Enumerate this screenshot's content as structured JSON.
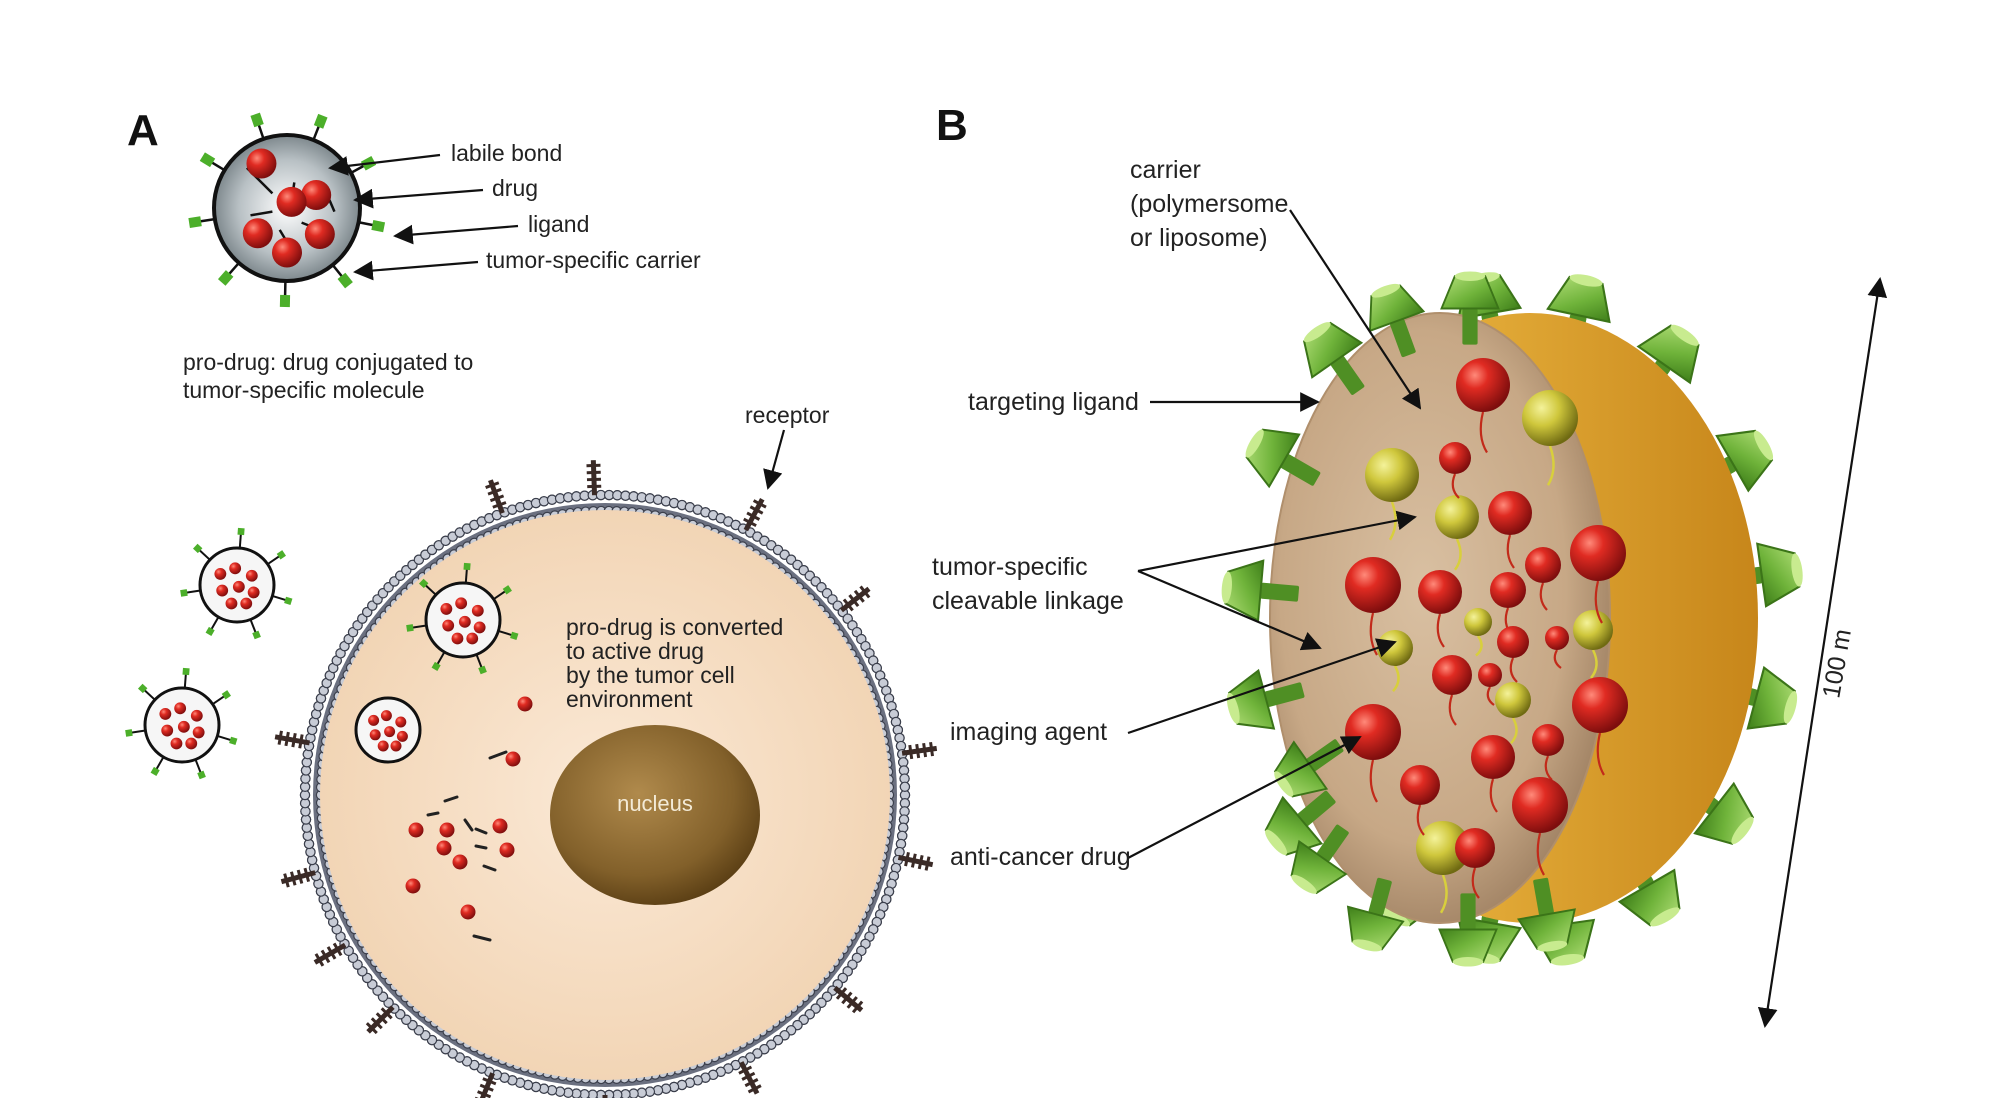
{
  "panel_a": {
    "letter": "A",
    "labels": {
      "labile_bond": "labile bond",
      "drug": "drug",
      "ligand": "ligand",
      "carrier": "tumor-specific carrier"
    },
    "prodrug_caption": [
      "pro-drug: drug conjugated to",
      "tumor-specific molecule"
    ],
    "receptor": "receptor",
    "conversion_text": [
      "pro-drug is converted",
      "to active drug",
      "by the tumor cell",
      "environment"
    ],
    "nucleus": "nucleus"
  },
  "panel_b": {
    "letter": "B",
    "carrier": [
      "carrier",
      "(polymersome",
      "or liposome)"
    ],
    "targeting_ligand": "targeting ligand",
    "linkage": [
      "tumor-specific",
      "cleavable linkage"
    ],
    "imaging_agent": "imaging agent",
    "anticancer_drug": "anti-cancer drug",
    "scale": "100 m"
  },
  "colors": {
    "drug_red": "#c81e1e",
    "ligand_green": "#5aa62a",
    "imaging_yellow": "#c9c23a",
    "cell_fill": "#f6dcc0",
    "nucleus": "#8a6a32",
    "sphere_shell": "#d9a532"
  }
}
